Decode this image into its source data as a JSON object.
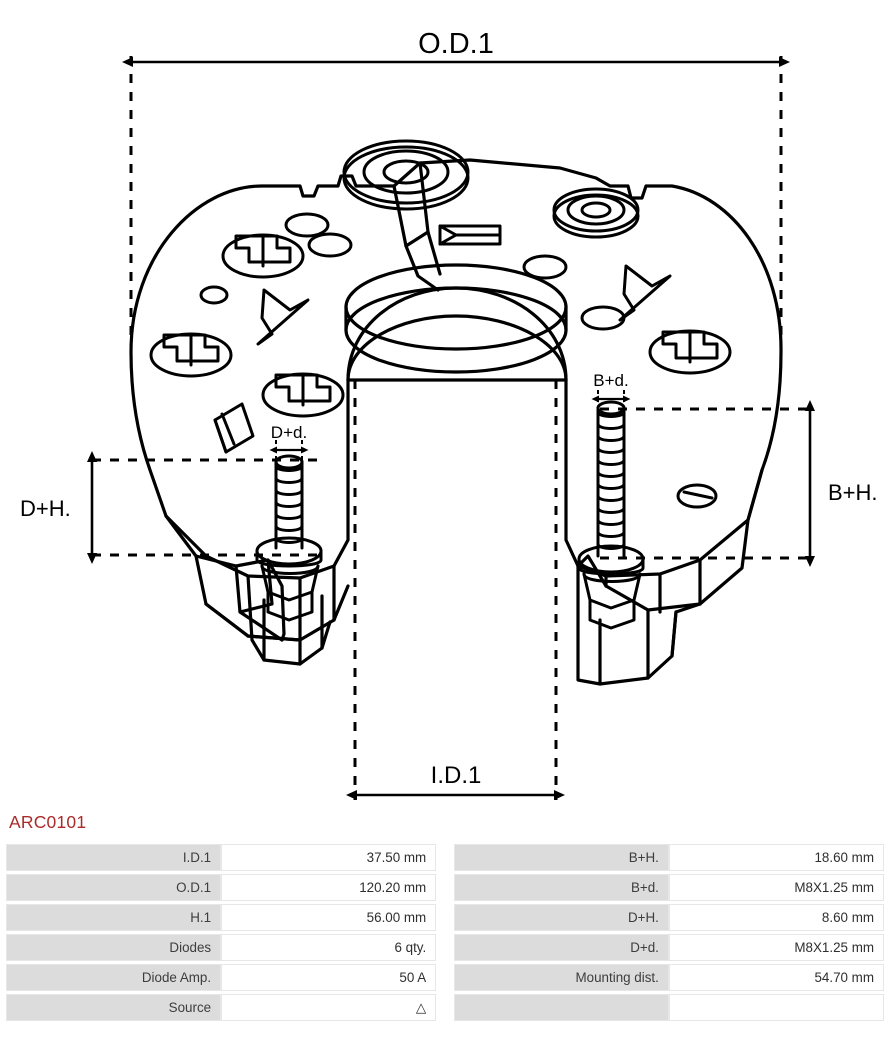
{
  "part": {
    "code": "ARC0101",
    "code_color": "#ab2b2b"
  },
  "drawing": {
    "type": "technical-isometric-line-drawing",
    "subject": "alternator rectifier assembly",
    "line_color": "#000000",
    "background": "#ffffff",
    "dimension_labels": {
      "od1": "O.D.1",
      "id1": "I.D.1",
      "dh": "D+H.",
      "bh": "B+H.",
      "dd": "D+d.",
      "bd": "B+d."
    }
  },
  "spec_table": {
    "left_column": [
      {
        "label": "I.D.1",
        "value": "37.50 mm"
      },
      {
        "label": "O.D.1",
        "value": "120.20 mm"
      },
      {
        "label": "H.1",
        "value": "56.00 mm"
      },
      {
        "label": "Diodes",
        "value": "6 qty."
      },
      {
        "label": "Diode Amp.",
        "value": "50 A"
      },
      {
        "label": "Source",
        "value": "△"
      }
    ],
    "right_column": [
      {
        "label": "B+H.",
        "value": "18.60 mm"
      },
      {
        "label": "B+d.",
        "value": "M8X1.25 mm"
      },
      {
        "label": "D+H.",
        "value": "8.60 mm"
      },
      {
        "label": "D+d.",
        "value": "M8X1.25 mm"
      },
      {
        "label": "Mounting dist.",
        "value": "54.70 mm"
      },
      {
        "label": "",
        "value": ""
      }
    ]
  }
}
